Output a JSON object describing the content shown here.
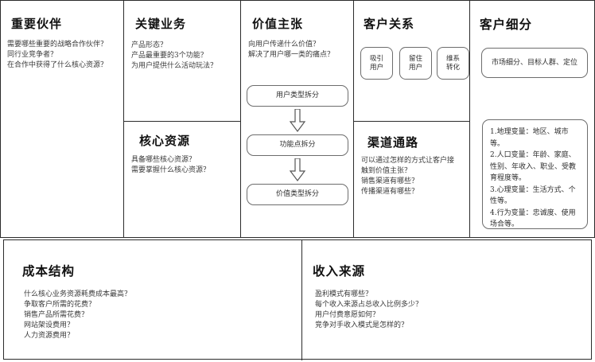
{
  "canvas": {
    "title": "商业模式画布",
    "stroke_color": "#2b2b2b",
    "box_stroke_color": "#6d6d6d",
    "text_color": "#3a3a3a"
  },
  "blocks": {
    "key_partners": {
      "title": "重要伙伴",
      "hints": [
        "需要哪些重要的战略合作伙伴？",
        "同行业竞争者？",
        "在合作中获得了什么核心资源？"
      ]
    },
    "key_activities": {
      "title": "关键业务",
      "hints": [
        "产品形态？",
        "产品最重要的3个功能？",
        "为用户提供什么活动玩法？"
      ]
    },
    "key_resources": {
      "title": "核心资源",
      "hints": [
        "具备哪些核心资源？",
        "需要掌握什么核心资源？"
      ]
    },
    "value_proposition": {
      "title": "价值主张",
      "hints": [
        "向用户传递什么价值？",
        "解决了用户哪一类的痛点？"
      ],
      "flow": [
        "用户类型拆分",
        "功能点拆分",
        "价值类型拆分"
      ],
      "arrow_icon": "arrow-down-icon"
    },
    "customer_relationships": {
      "title": "客户关系",
      "chips": [
        "吸引\n用户",
        "留住\n用户",
        "维系\n转化"
      ],
      "chips_lines": [
        [
          "吸引",
          "用户"
        ],
        [
          "留住",
          "用户"
        ],
        [
          "维系",
          "转化"
        ]
      ]
    },
    "channels": {
      "title": "渠道通路",
      "hints": [
        "可以通过怎样的方式让客户接",
        "触到价值主张？",
        "销售渠道有哪些？",
        "传播渠道有哪些？"
      ]
    },
    "customer_segments": {
      "title": "客户细分",
      "summary_box": "市场细分、目标人群、定位",
      "detail_lines": [
        "1.地理变量：地区、城市等。",
        "2.人口变量：年龄、家庭、性别、年收入、职业、受教育程度等。",
        "3.心理变量：生活方式、个性等。",
        "4.行为变量：忠诚度、使用场合等。"
      ]
    },
    "cost_structure": {
      "title": "成本结构",
      "hints": [
        "什么核心业务资源耗费成本最高？",
        "争取客户所需的花费？",
        "销售产品所需花费？",
        "网站架设费用？",
        "人力资源费用？"
      ]
    },
    "revenue_streams": {
      "title": "收入来源",
      "hints": [
        "盈利模式有哪些？",
        "每个收入来源占总收入比例多少？",
        "用户付费意愿如何？",
        "竞争对手收入模式是怎样的？"
      ]
    }
  }
}
